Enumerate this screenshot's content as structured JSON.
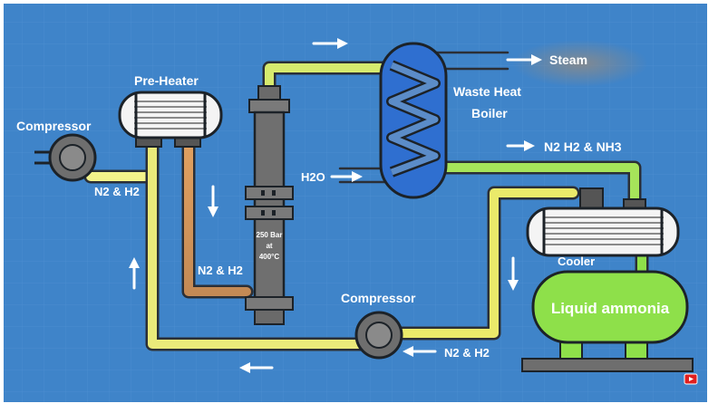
{
  "labels": {
    "compressor_left": "Compressor",
    "preheater": "Pre-Heater",
    "n2h2_top_left": "N2 & H2",
    "n2h2_mid_left": "N2 & H2",
    "h2o": "H2O",
    "reactor_line1": "250 Bar",
    "reactor_line2": "at",
    "reactor_line3": "400°C",
    "waste_heat_line1": "Waste Heat",
    "waste_heat_line2": "Boiler",
    "steam": "Steam",
    "n2h2nh3": "N2 H2 & NH3",
    "cooler": "Cooler",
    "liquid_ammonia": "Liquid ammonia",
    "compressor_bottom": "Compressor",
    "n2h2_bottom": "N2 & H2"
  },
  "colors": {
    "background": "#3f84c9",
    "pipe_yellow": "#f2f28a",
    "pipe_green": "#9ee05a",
    "pipe_orange": "#d9a25a",
    "outline": "#2b2f36",
    "equipment_gray": "#7a7a7a",
    "tank_green": "#8ee04a",
    "boiler_blue": "#2f6fd0"
  },
  "icons": [
    "arrow-right-icon",
    "arrow-down-icon",
    "arrow-up-icon",
    "arrow-left-icon",
    "youtube-icon"
  ]
}
